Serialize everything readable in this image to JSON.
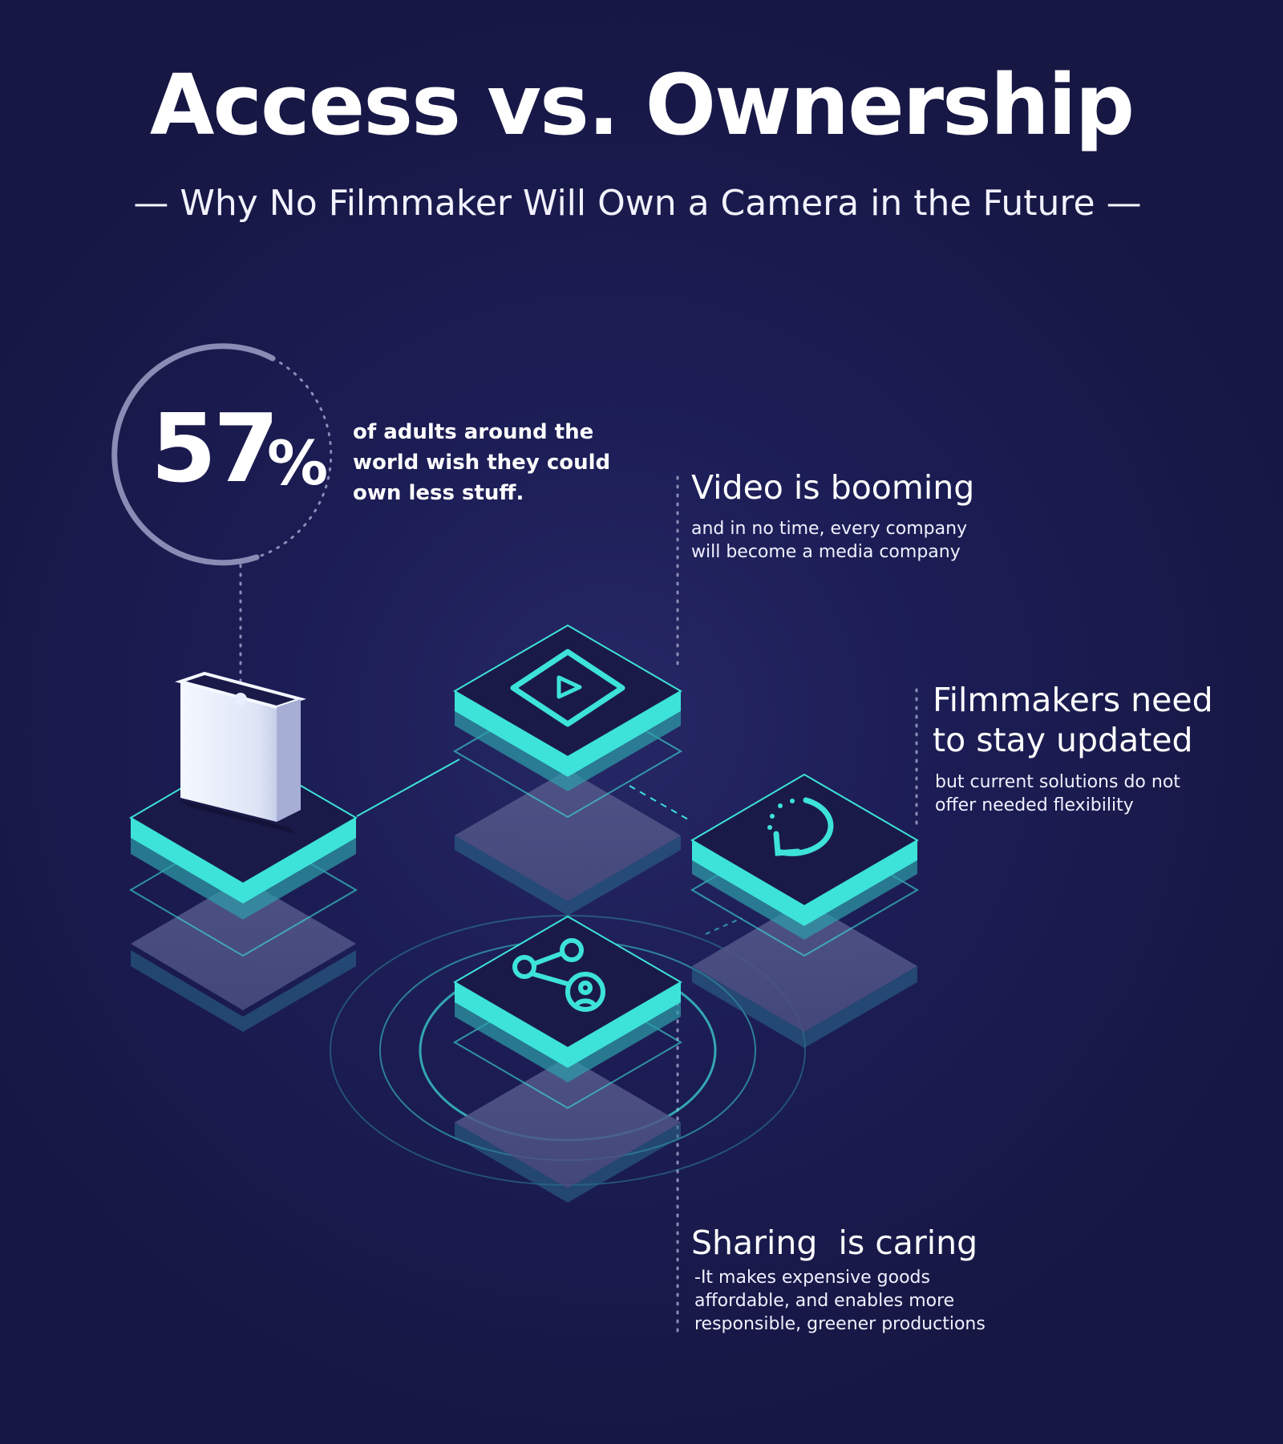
{
  "header": {
    "title": "Access vs. Ownership",
    "subtitle": "— Why No Filmmaker Will Own a Camera in the Future —"
  },
  "stat": {
    "value": "57",
    "unit": "%",
    "description": "of adults around the world wish they could own less stuff."
  },
  "points": [
    {
      "title": "Video is booming",
      "text": "and in no time, every company\nwill become a media company"
    },
    {
      "title": "Filmmakers need\nto stay updated",
      "text": "but current solutions do not\noffer needed flexibility"
    },
    {
      "title": "Sharing  is caring",
      "text": "-It makes expensive goods\naffordable, and enables more\nresponsible, greener productions"
    }
  ],
  "colors": {
    "background": "#1c1d55",
    "accent": "#3de3d8",
    "tile_top": "#1a1a48",
    "ghost": "#4f5384"
  },
  "icons": [
    "camera-device-icon",
    "play-icon",
    "refresh-icon",
    "share-user-icon"
  ]
}
